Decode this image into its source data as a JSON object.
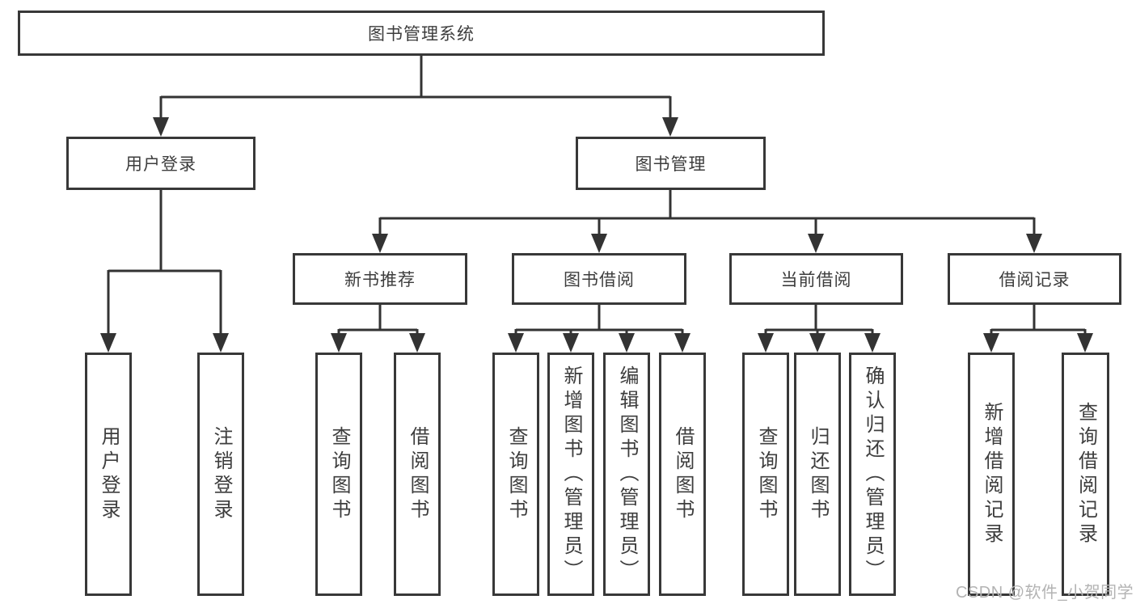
{
  "diagram": {
    "type": "tree",
    "tree": {
      "root": {
        "label": "图书管理系统"
      },
      "level2": [
        {
          "label": "用户登录",
          "children": [
            {
              "label": "用户登录"
            },
            {
              "label": "注销登录"
            }
          ]
        },
        {
          "label": "图书管理",
          "children": [
            {
              "label": "新书推荐",
              "children": [
                {
                  "label": "查询图书"
                },
                {
                  "label": "借阅图书"
                }
              ]
            },
            {
              "label": "图书借阅",
              "children": [
                {
                  "label": "查询图书"
                },
                {
                  "label": "新增图书（管理员）"
                },
                {
                  "label": "编辑图书（管理员）"
                },
                {
                  "label": "借阅图书"
                }
              ]
            },
            {
              "label": "当前借阅",
              "children": [
                {
                  "label": "查询图书"
                },
                {
                  "label": "归还图书"
                },
                {
                  "label": "确认归还（管理员）"
                }
              ]
            },
            {
              "label": "借阅记录",
              "children": [
                {
                  "label": "新增借阅记录"
                },
                {
                  "label": "查询借阅记录"
                }
              ]
            }
          ]
        }
      ]
    },
    "colors": {
      "line": "#333333",
      "box_border": "#383838",
      "text": "#3d3d3d",
      "watermark": "#b3b3b3",
      "background": "#ffffff"
    }
  },
  "watermark": {
    "text": "CSDN @软件_小贺同学"
  }
}
